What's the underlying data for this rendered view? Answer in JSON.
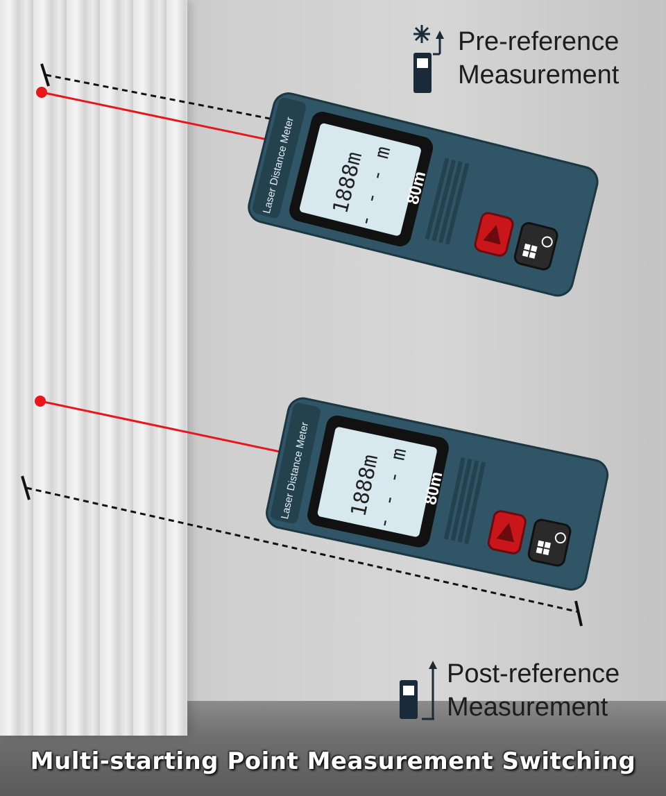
{
  "callouts": {
    "pre_reference": {
      "line1": "Pre-reference",
      "line2": "Measurement",
      "icon": "device-top-reference-icon"
    },
    "post_reference": {
      "line1": "Post-reference",
      "line2": "Measurement",
      "icon": "device-bottom-reference-icon"
    }
  },
  "devices": [
    {
      "brand_label": "Laser Distance Meter",
      "range_label": "80m",
      "lcd_reading": "1888m",
      "lcd_dashes": "- - - m"
    },
    {
      "brand_label": "Laser Distance Meter",
      "range_label": "80m",
      "lcd_reading": "1888m",
      "lcd_dashes": "- - - m"
    }
  ],
  "caption": "Multi-starting Point Measurement Switching",
  "colors": {
    "laser": "#e8161b",
    "device_body": "#2f5566",
    "lcd": "#d7e9ef",
    "button_red": "#c8161b"
  }
}
